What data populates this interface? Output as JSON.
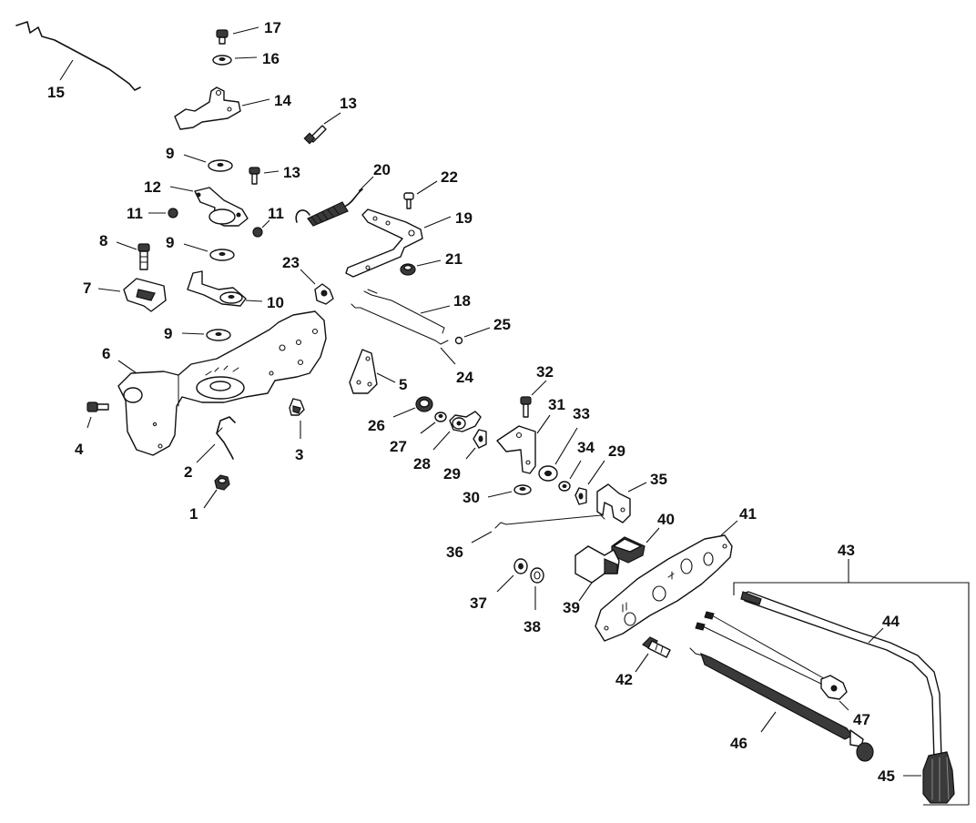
{
  "diagram": {
    "callouts": {
      "c1": "1",
      "c2": "2",
      "c3": "3",
      "c4": "4",
      "c5": "5",
      "c6": "6",
      "c7": "7",
      "c8": "8",
      "c9a": "9",
      "c9b": "9",
      "c9c": "9",
      "c10": "10",
      "c11a": "11",
      "c11b": "11",
      "c12": "12",
      "c13a": "13",
      "c13b": "13",
      "c14": "14",
      "c15": "15",
      "c16": "16",
      "c17": "17",
      "c18": "18",
      "c19": "19",
      "c20": "20",
      "c21": "21",
      "c22": "22",
      "c23": "23",
      "c24": "24",
      "c25": "25",
      "c26": "26",
      "c27": "27",
      "c28": "28",
      "c29a": "29",
      "c29b": "29",
      "c30": "30",
      "c31": "31",
      "c32": "32",
      "c33": "33",
      "c34": "34",
      "c35": "35",
      "c36": "36",
      "c37": "37",
      "c38": "38",
      "c39": "39",
      "c40": "40",
      "c41": "41",
      "c42": "42",
      "c43": "43",
      "c44": "44",
      "c45": "45",
      "c46": "46",
      "c47": "47"
    }
  }
}
